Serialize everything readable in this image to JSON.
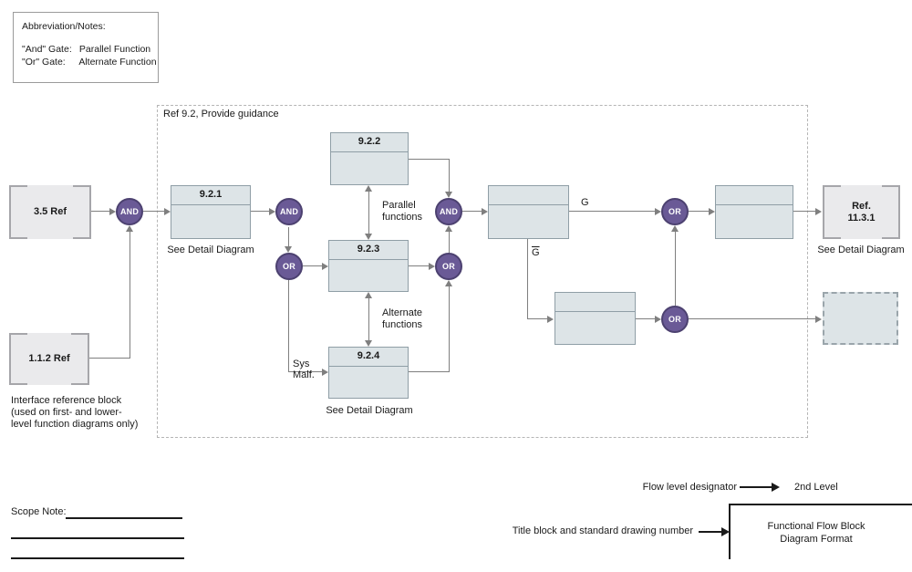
{
  "notes_box": {
    "title": "Abbreviation/Notes:",
    "rows": [
      {
        "term": "\"And\" Gate:",
        "def": "Parallel Function"
      },
      {
        "term": "\"Or\" Gate:",
        "def": "Alternate Function"
      }
    ]
  },
  "diagram": {
    "container_label": "Ref 9.2, Provide guidance",
    "gates": {
      "and": "AND",
      "or": "OR"
    },
    "blocks": {
      "ref_3_5": "3.5 Ref",
      "ref_1_1_2": "1.1.2 Ref",
      "b_9_2_1": "9.2.1",
      "b_9_2_2": "9.2.2",
      "b_9_2_3": "9.2.3",
      "b_9_2_4": "9.2.4",
      "ref_11_3_1_line1": "Ref.",
      "ref_11_3_1_line2": "11.3.1"
    },
    "labels": {
      "see_detail": "See Detail Diagram",
      "parallel_line1": "Parallel",
      "parallel_line2": "functions",
      "alternate_line1": "Alternate",
      "alternate_line2": "functions",
      "sys_line1": "Sys",
      "sys_line2": "Malf.",
      "g": "G",
      "g_bar": "G",
      "interface_note_line1": "Interface reference block",
      "interface_note_line2": "(used on first- and lower-",
      "interface_note_line3": "level function diagrams only)"
    }
  },
  "footer": {
    "scope_note": "Scope Note:",
    "flow_level_label": "Flow level designator",
    "flow_level_value": "2nd Level",
    "title_block_label": "Title block and standard drawing number",
    "title_block_line1": "Functional Flow Block",
    "title_block_line2": "Diagram Format"
  },
  "colors": {
    "block_fill": "#dde4e7",
    "block_border": "#8f9ea6",
    "ref_fill": "#eaeaec",
    "ref_border": "#a6a6aa",
    "gate_fill": "#6a5a96",
    "gate_border": "#4c4170",
    "connector": "#7f7f7f",
    "dashed_border": "#b5b5b5"
  }
}
